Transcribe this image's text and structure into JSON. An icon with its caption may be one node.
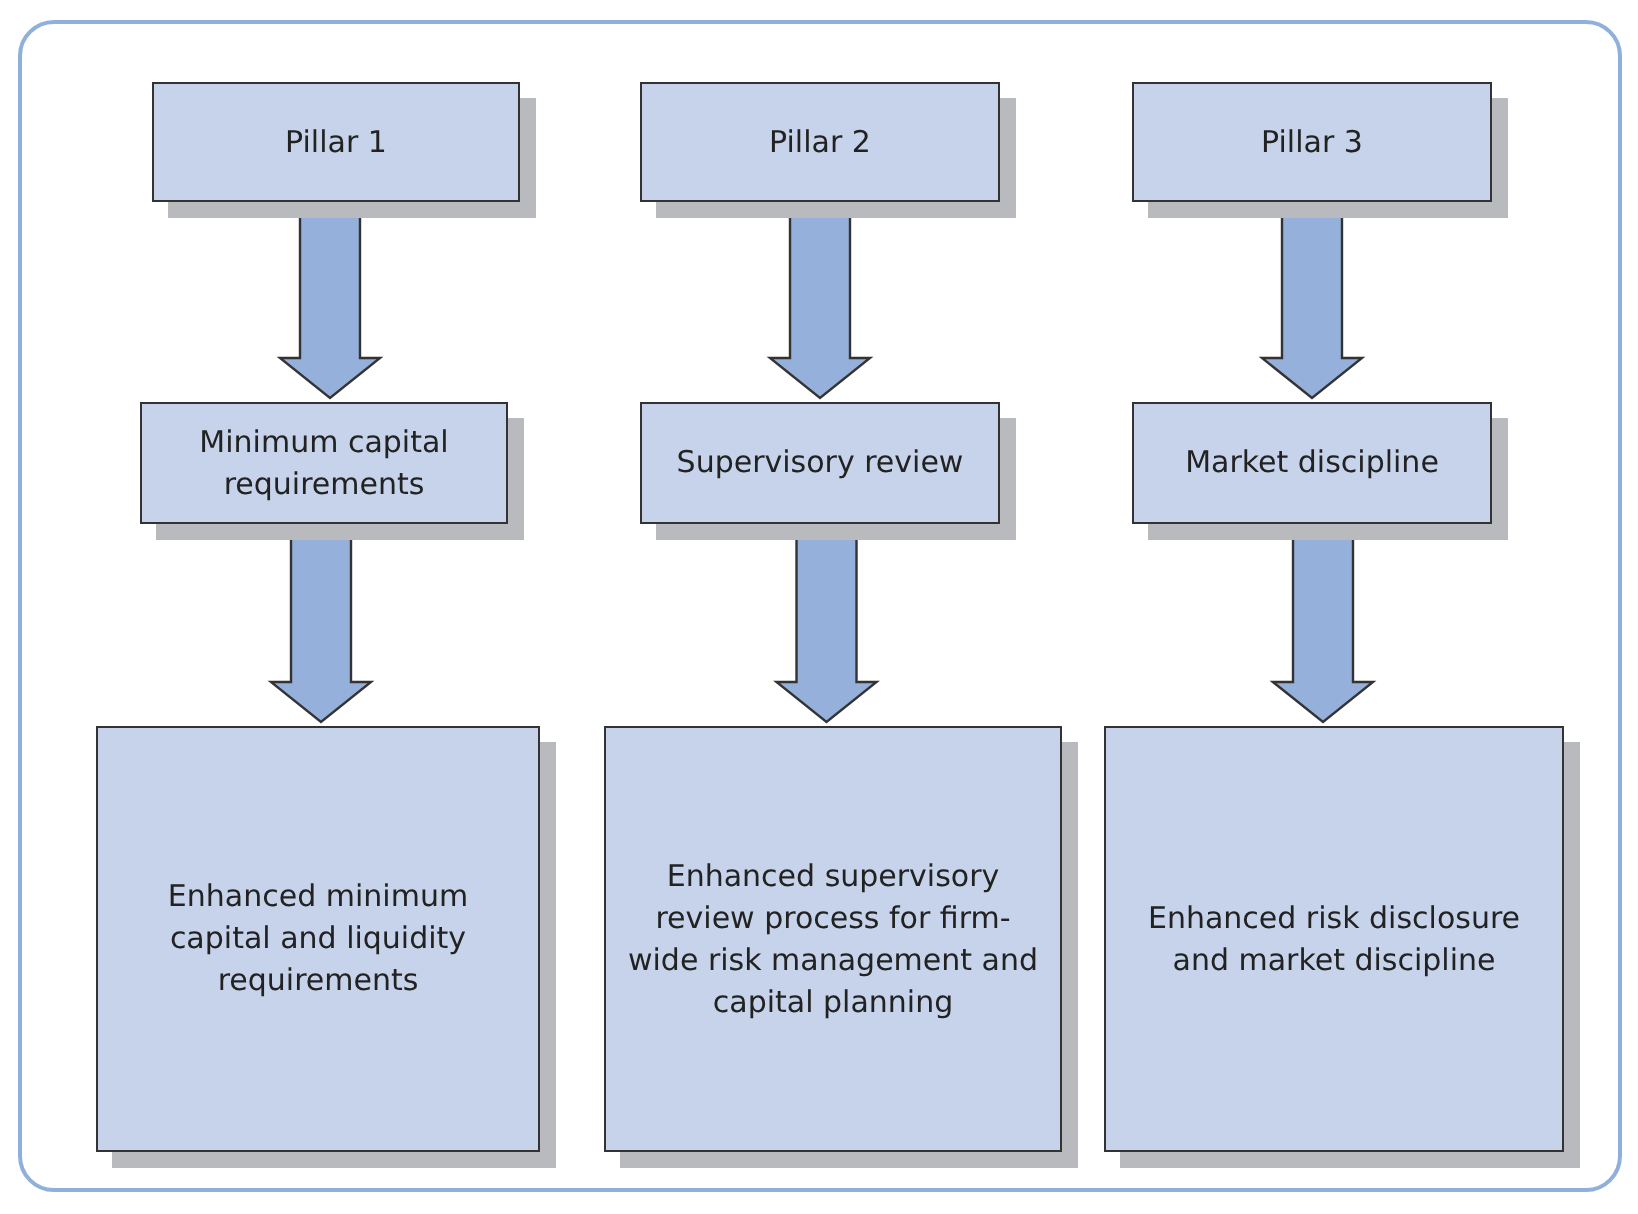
{
  "diagram": {
    "nodes": [
      {
        "text": [
          "Pillar 1"
        ]
      },
      {
        "text": [
          "Pillar 2"
        ]
      },
      {
        "text": [
          "Pillar 3"
        ]
      },
      {
        "text": [
          "Minimum capital requirements"
        ]
      },
      {
        "text": [
          "Supervisory review"
        ]
      },
      {
        "text": [
          "Market discipline"
        ]
      },
      {
        "text": [
          "Enhanced minimum capital and liquidity requirements"
        ]
      },
      {
        "text": [
          "Enhanced supervisory review process for firm-wide risk management and capital planning"
        ]
      },
      {
        "text": [
          "Enhanced risk disclosure and market discipline"
        ]
      }
    ],
    "edges": [
      {
        "from": 0,
        "to": 3,
        "arrow": "to"
      },
      {
        "from": 1,
        "to": 4,
        "arrow": "to"
      },
      {
        "from": 2,
        "to": 5,
        "arrow": "to"
      },
      {
        "from": 3,
        "to": 6,
        "arrow": "to"
      },
      {
        "from": 4,
        "to": 7,
        "arrow": "to"
      },
      {
        "from": 5,
        "to": 8,
        "arrow": "to"
      }
    ]
  }
}
